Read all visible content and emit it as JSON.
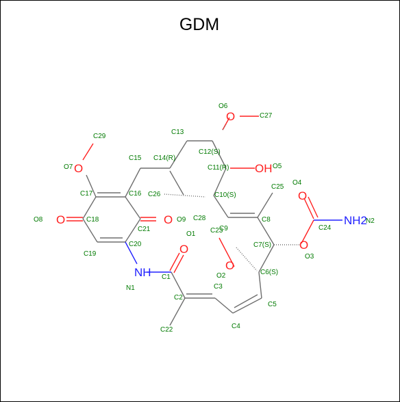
{
  "title": "GDM",
  "colors": {
    "frame": "#000000",
    "bond": "#6e6e6e",
    "carbon_label": "#007a00",
    "oxygen": "#ff2020",
    "nitrogen": "#2020ff"
  },
  "atoms": [
    {
      "id": "O7",
      "symbol": "O",
      "label": "O7"
    },
    {
      "id": "O8",
      "symbol": "O",
      "label": "O8"
    },
    {
      "id": "O9",
      "symbol": "O",
      "label": "O9"
    },
    {
      "id": "O6",
      "symbol": "O",
      "label": "O6"
    },
    {
      "id": "O5",
      "symbol": "OH",
      "label": "O5"
    },
    {
      "id": "O4",
      "symbol": "O",
      "label": "O4"
    },
    {
      "id": "O3",
      "symbol": "O",
      "label": "O3"
    },
    {
      "id": "O2",
      "symbol": "O",
      "label": "O2"
    },
    {
      "id": "O1",
      "symbol": "O",
      "label": "O1"
    },
    {
      "id": "N1",
      "symbol": "NH",
      "label": "N1"
    },
    {
      "id": "N2",
      "symbol": "NH2",
      "label": "N2"
    }
  ],
  "carbon_labels": [
    "C29",
    "C15",
    "C14(R)",
    "C13",
    "C12(S)",
    "C27",
    "C11(R)",
    "C17",
    "C16",
    "C26",
    "C10(S)",
    "C25",
    "C18",
    "C21",
    "C28",
    "C9",
    "C8",
    "C24",
    "C23",
    "C7(S)",
    "C19",
    "C20",
    "C1",
    "C6(S)",
    "C2",
    "C3",
    "C5",
    "C22",
    "C4"
  ]
}
